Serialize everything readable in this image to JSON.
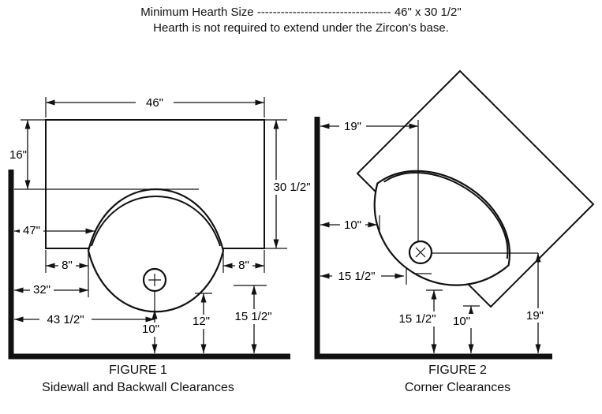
{
  "header": {
    "line1": "Minimum Hearth Size ---------------------------------- 46\" x 30 1/2\"",
    "line2": "Hearth is not required to extend under the Zircon's base."
  },
  "figure1": {
    "title": "FIGURE 1",
    "subtitle": "Sidewall and Backwall Clearances",
    "dims": {
      "width_top": "46\"",
      "depth_right": "30 1/2\"",
      "back_16": "16\"",
      "side_47": "47\"",
      "hearth_left_8": "8\"",
      "hearth_right_8": "8\"",
      "side_32": "32\"",
      "side_43_5": "43 1/2\"",
      "front_10": "10\"",
      "front_12": "12\"",
      "front_15_5": "15 1/2\""
    }
  },
  "figure2": {
    "title": "FIGURE 2",
    "subtitle": "Corner Clearances",
    "dims": {
      "back_19": "19\"",
      "side_10": "10\"",
      "side_15_5": "15 1/2\"",
      "front_15_5": "15 1/2\"",
      "front_10": "10\"",
      "front_19": "19\""
    }
  }
}
